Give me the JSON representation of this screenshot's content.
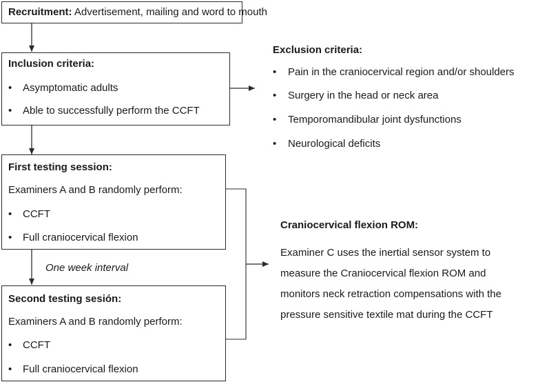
{
  "recruitment": {
    "label": "Recruitment:",
    "text": " Advertisement, mailing and word to mouth"
  },
  "inclusion": {
    "title": "Inclusion criteria:",
    "items": [
      "Asymptomatic adults",
      "Able to successfully perform the CCFT"
    ]
  },
  "exclusion": {
    "title": "Exclusion criteria:",
    "items": [
      "Pain in the craniocervical region and/or shoulders",
      "Surgery in the head or neck area",
      "Temporomandibular joint dysfunctions",
      "Neurological deficits"
    ]
  },
  "first_session": {
    "title": "First testing session:",
    "subtitle": "Examiners A and B randomly perform:",
    "items": [
      "CCFT",
      "Full craniocervical flexion"
    ]
  },
  "interval": "One week interval",
  "second_session": {
    "title": "Second testing sesión:",
    "subtitle": "Examiners A and B randomly perform:",
    "items": [
      "CCFT",
      "Full craniocervical flexion"
    ]
  },
  "rom": {
    "title": "Craniocervical flexion ROM:",
    "lines": [
      "Examiner C uses the inertial sensor system to",
      "measure the Craniocervical flexion ROM and",
      "monitors neck retraction compensations with the",
      "pressure sensitive textile mat during the CCFT"
    ]
  },
  "bullet": "•"
}
